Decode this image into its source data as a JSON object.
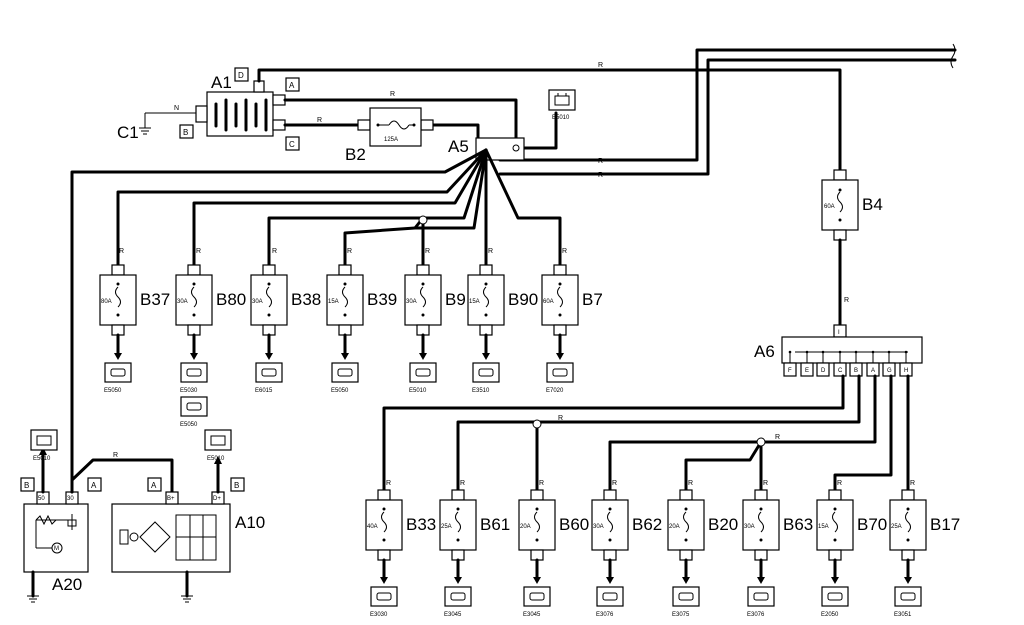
{
  "wire_color": "R",
  "components": {
    "A1": "A1",
    "A5": "A5",
    "A6": "A6",
    "A10": "A10",
    "A20": "A20",
    "B2": "B2",
    "B4": "B4",
    "C1": "C1"
  },
  "A1_pins": {
    "D": "D",
    "A": "A",
    "B": "B",
    "C": "C",
    "N_wire": "N"
  },
  "B2_rating": "125A",
  "B4_rating": "60A",
  "A6_pins": [
    "F",
    "E",
    "D",
    "C",
    "B",
    "A",
    "G",
    "H"
  ],
  "A6_top_pin": "I",
  "A10_pins": {
    "A": "A",
    "B": "B",
    "Bplus": "B+",
    "Dplus": "D+"
  },
  "A20_pins": {
    "B": "B",
    "A": "A",
    "p50": "50",
    "p30": "30"
  },
  "ground_refs": {
    "A5": "E5010",
    "A20": "E5010",
    "A10": "E5010"
  },
  "fuses_top": [
    {
      "id": "B37",
      "rating": "80A",
      "load": "E5050"
    },
    {
      "id": "B80",
      "rating": "30A",
      "load": "E5030",
      "load2": "E5050"
    },
    {
      "id": "B38",
      "rating": "30A",
      "load": "E6015"
    },
    {
      "id": "B39",
      "rating": "15A",
      "load": "E5050"
    },
    {
      "id": "B9",
      "rating": "30A",
      "load": "E5010"
    },
    {
      "id": "B90",
      "rating": "15A",
      "load": "E3510"
    },
    {
      "id": "B7",
      "rating": "60A",
      "load": "E7020"
    }
  ],
  "fuses_bottom": [
    {
      "id": "B33",
      "rating": "40A",
      "load": "E3030"
    },
    {
      "id": "B61",
      "rating": "25A",
      "load": "E3045"
    },
    {
      "id": "B60",
      "rating": "20A",
      "load": "E3045"
    },
    {
      "id": "B62",
      "rating": "30A",
      "load": "E3076"
    },
    {
      "id": "B20",
      "rating": "20A",
      "load": "E3075"
    },
    {
      "id": "B63",
      "rating": "30A",
      "load": "E3076"
    },
    {
      "id": "B70",
      "rating": "15A",
      "load": "E2050"
    },
    {
      "id": "B17",
      "rating": "25A",
      "load": "E3051"
    }
  ]
}
